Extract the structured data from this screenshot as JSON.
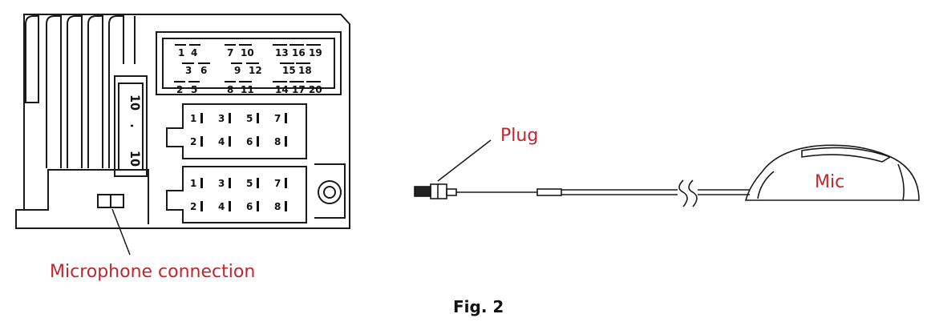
{
  "labels": {
    "microphone_connection": "Microphone connection",
    "plug": "Plug",
    "mic": "Mic",
    "figure_caption": "Fig. 2"
  },
  "knob": {
    "top": "10",
    "dot": ".",
    "bottom": "10"
  },
  "iso_connector_top_rows": [
    [
      "1",
      "4",
      "7",
      "10",
      "13",
      "16",
      "19"
    ],
    [
      "3",
      "6",
      "9",
      "12",
      "15",
      "18"
    ],
    [
      "2",
      "5",
      "8",
      "11",
      "14",
      "17",
      "20"
    ]
  ],
  "iso_block_upper": [
    [
      "1",
      "3",
      "5",
      "7"
    ],
    [
      "2",
      "4",
      "6",
      "8"
    ]
  ],
  "iso_block_lower": [
    [
      "1",
      "3",
      "5",
      "7"
    ],
    [
      "2",
      "4",
      "6",
      "8"
    ]
  ],
  "colors": {
    "label_red": "#c0272d",
    "line": "#1a1a1a"
  }
}
